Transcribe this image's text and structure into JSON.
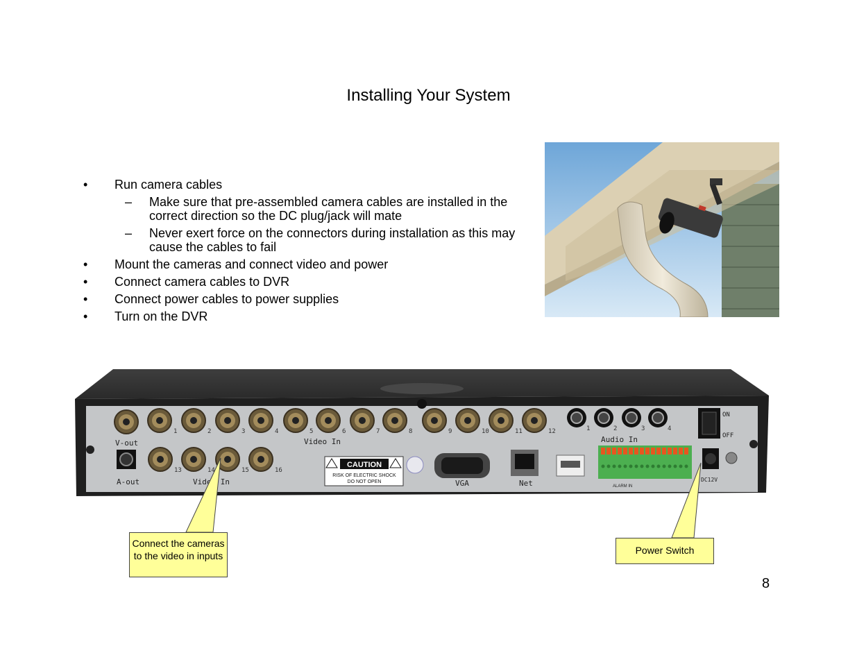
{
  "title": "Installing Your System",
  "bullets": [
    {
      "marker": "•",
      "text": "Run camera cables",
      "sub": [
        {
          "marker": "–",
          "text": "Make sure that pre-assembled camera cables are installed in the correct direction so the DC plug/jack will mate"
        },
        {
          "marker": "–",
          "text": "Never exert force on the connectors during installation as this may cause the cables to fail"
        }
      ]
    },
    {
      "marker": "•",
      "text": "Mount the cameras and connect video and power"
    },
    {
      "marker": "•",
      "text": "Connect camera cables to DVR"
    },
    {
      "marker": "•",
      "text": "Connect power cables to power supplies"
    },
    {
      "marker": "•",
      "text": "Turn on the DVR"
    }
  ],
  "dvr_panel": {
    "v_out": "V-out",
    "a_out": "A-out",
    "video_in_top": "Video In",
    "video_in_bottom": "Video In",
    "audio_in": "Audio In",
    "top_ports": [
      "1",
      "2",
      "3",
      "4",
      "5",
      "6",
      "7",
      "8",
      "9",
      "10",
      "11",
      "12"
    ],
    "bottom_ports": [
      "13",
      "14",
      "15",
      "16"
    ],
    "audio_ports": [
      "1",
      "2",
      "3",
      "4"
    ],
    "caution": "CAUTION",
    "caution_line1": "RISK OF ELECTRIC SHOCK",
    "caution_line2": "DO NOT OPEN",
    "vga": "VGA",
    "net": "Net",
    "alarm_in": "ALARM IN",
    "switch_on": "ON",
    "switch_off": "OFF",
    "dc": "DC12V"
  },
  "callouts": {
    "video_inputs": "Connect the cameras to the video in inputs",
    "power_switch": "Power Switch"
  },
  "page_number": "8"
}
